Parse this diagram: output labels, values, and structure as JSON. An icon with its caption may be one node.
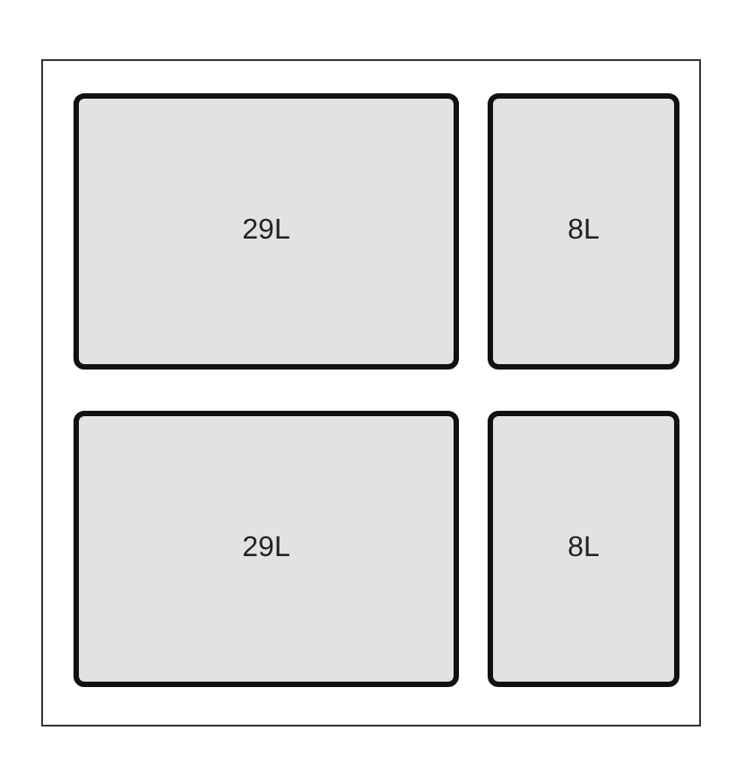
{
  "diagram": {
    "nodes": [
      {
        "text": [],
        "shape": "box"
      },
      {
        "text": [
          "29L"
        ],
        "in": 0
      },
      {
        "text": [
          "8L"
        ],
        "in": 0
      },
      {
        "text": [
          "29L"
        ],
        "in": 0
      },
      {
        "text": [
          "8L"
        ],
        "in": 0
      }
    ]
  }
}
